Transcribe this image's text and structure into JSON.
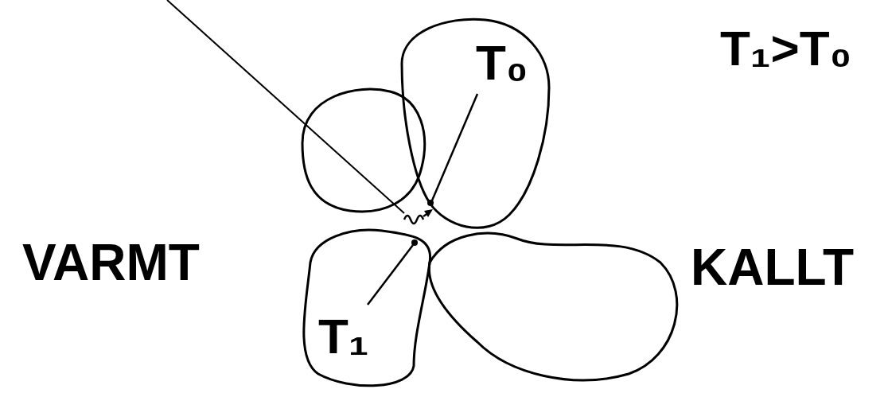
{
  "diagram": {
    "labels": [
      "T₁>T₀",
      "T₀",
      "T₁",
      "VARMT",
      "KALLT"
    ]
  }
}
